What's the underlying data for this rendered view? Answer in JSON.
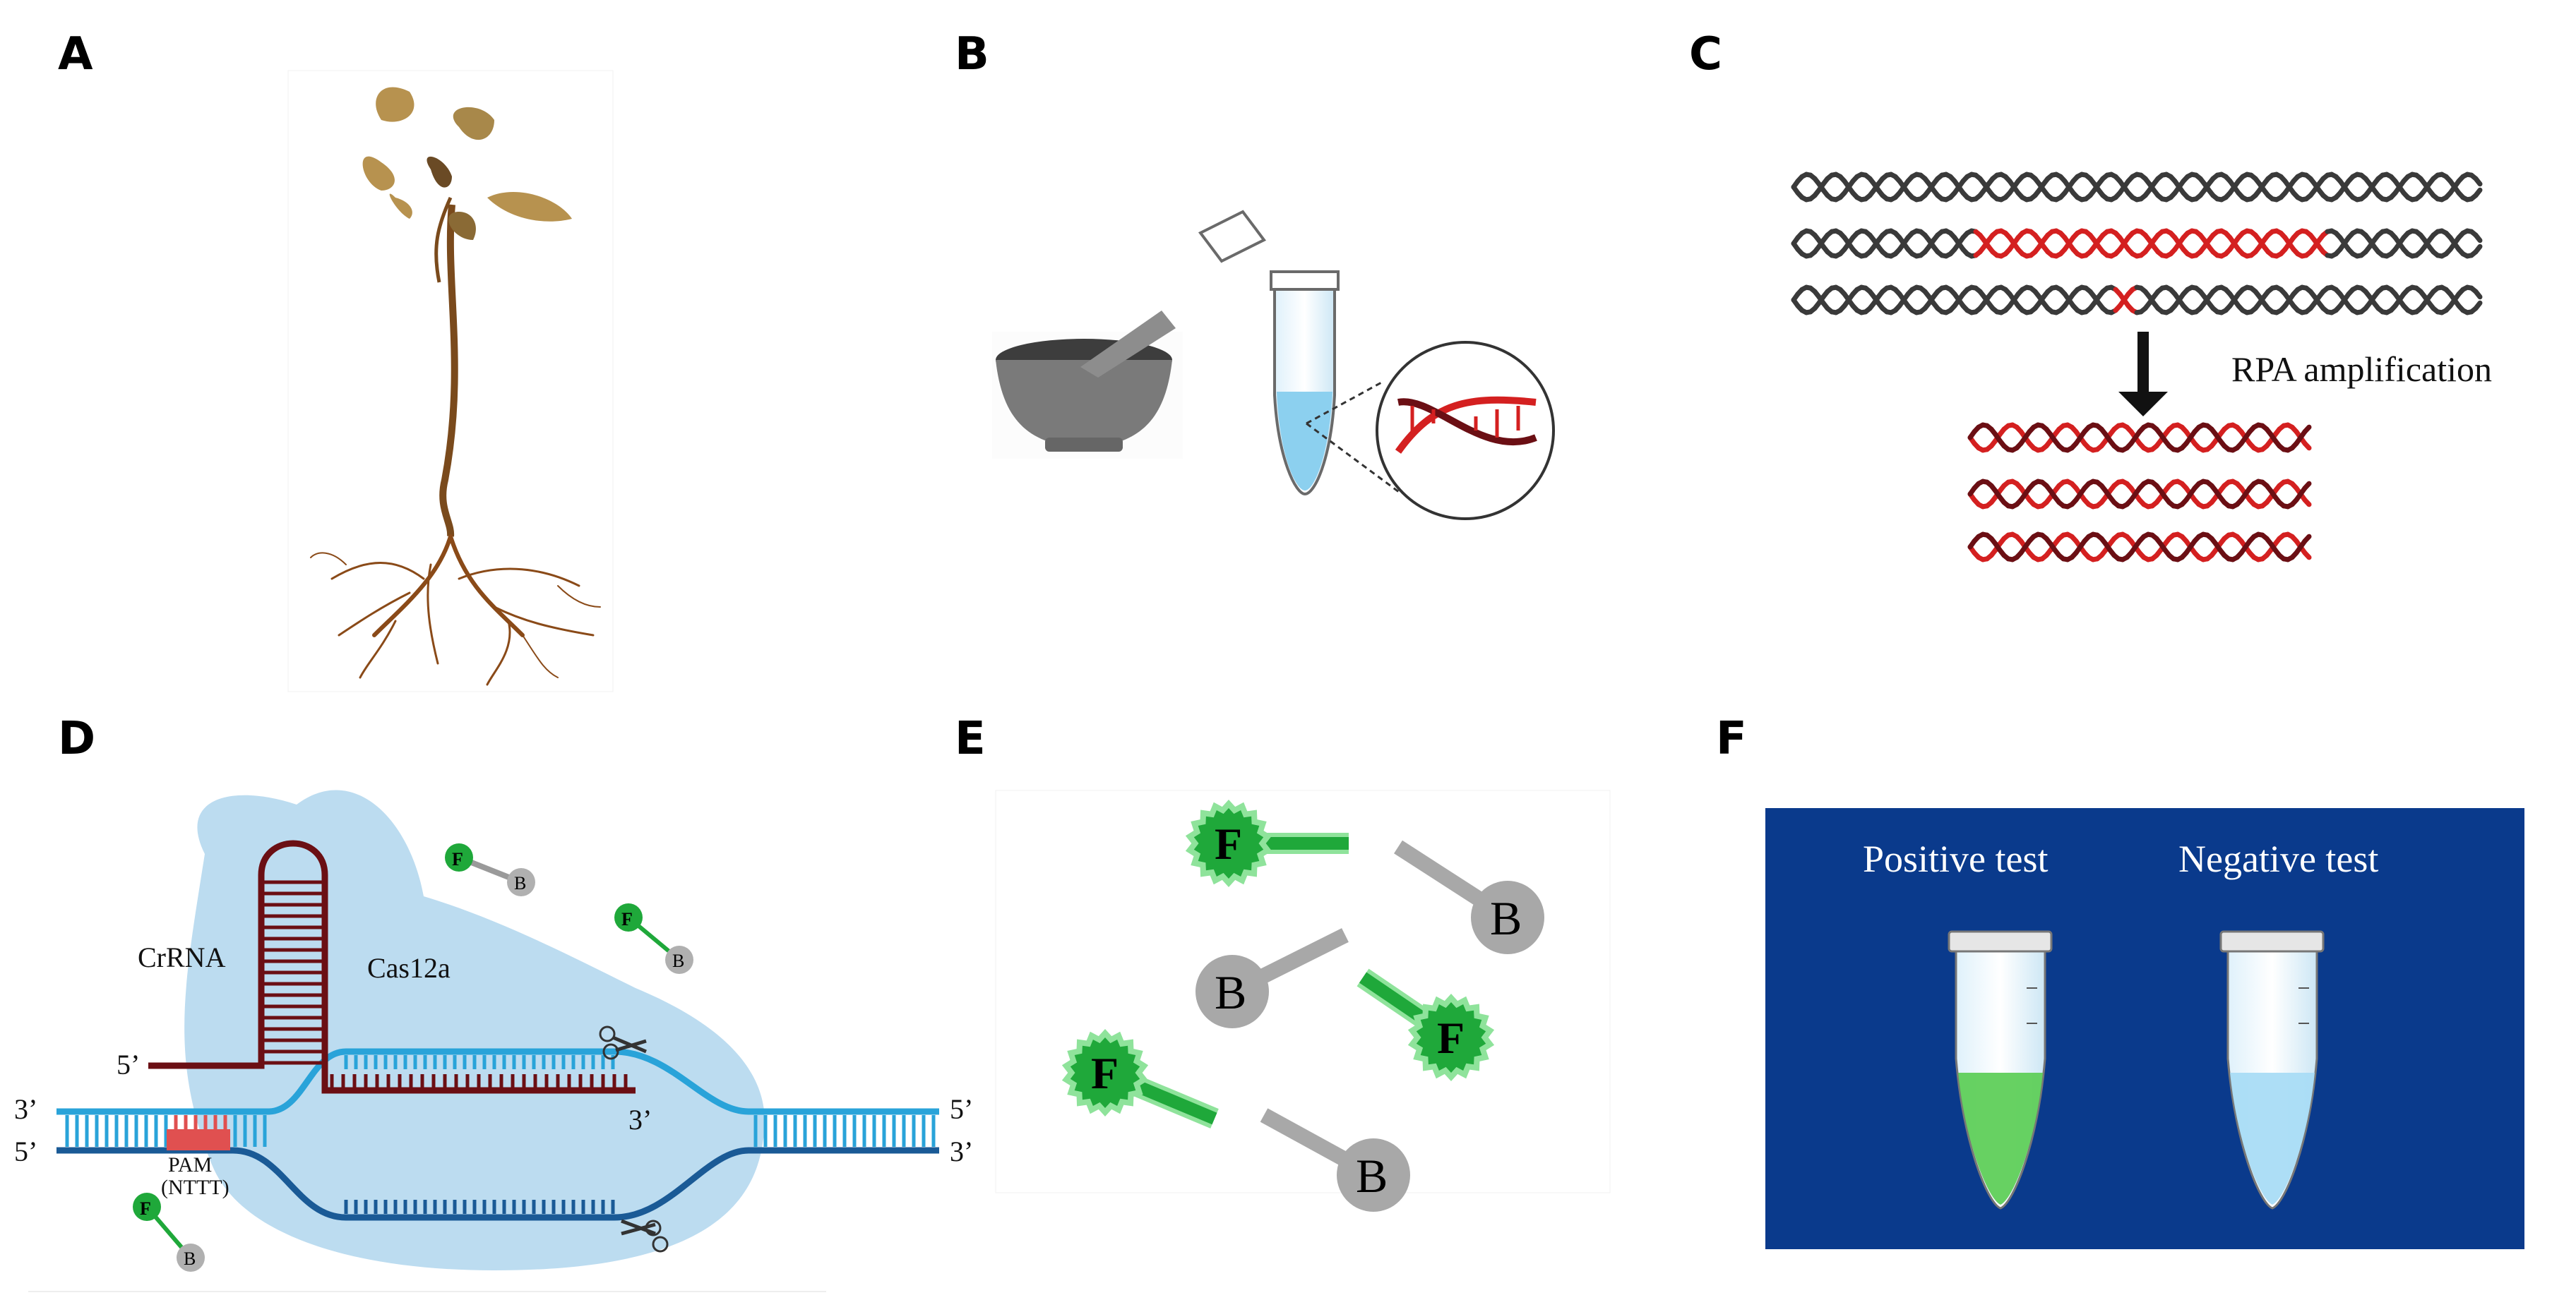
{
  "panels": {
    "a": {
      "letter": "A"
    },
    "b": {
      "letter": "B"
    },
    "c": {
      "letter": "C",
      "amplification_label": "RPA amplification"
    },
    "d": {
      "letter": "D",
      "crrna_label": "CrRNA",
      "cas_label": "Cas12a",
      "pam_label": "PAM",
      "pam_seq": "(NTTT)",
      "end_5_left": "5’",
      "end_3_left_top": "3’",
      "end_5_left_bottom": "5’",
      "end_5_right_top": "5’",
      "end_3_right_bottom": "3’",
      "end_3_crrna": "3’",
      "reporter_f": "F",
      "reporter_b": "B"
    },
    "e": {
      "letter": "E",
      "fluor": "F",
      "quencher": "B"
    },
    "f": {
      "letter": "F",
      "positive_label": "Positive test",
      "negative_label": "Negative test"
    }
  },
  "colors": {
    "dna_dark": "#3a3a3a",
    "dna_red": "#d42020",
    "dna_maroon": "#6b0f14",
    "strand_top": "#29a3d9",
    "strand_bottom": "#1a5a96",
    "cas_blob": "#bcdcf0",
    "fluor_green": "#1fa83a",
    "quencher_gray": "#9a9a9a",
    "panel_f_bg": "#0a3a8c",
    "positive_liquid": "#5fcf5a",
    "negative_liquid": "#a9dcf5"
  }
}
